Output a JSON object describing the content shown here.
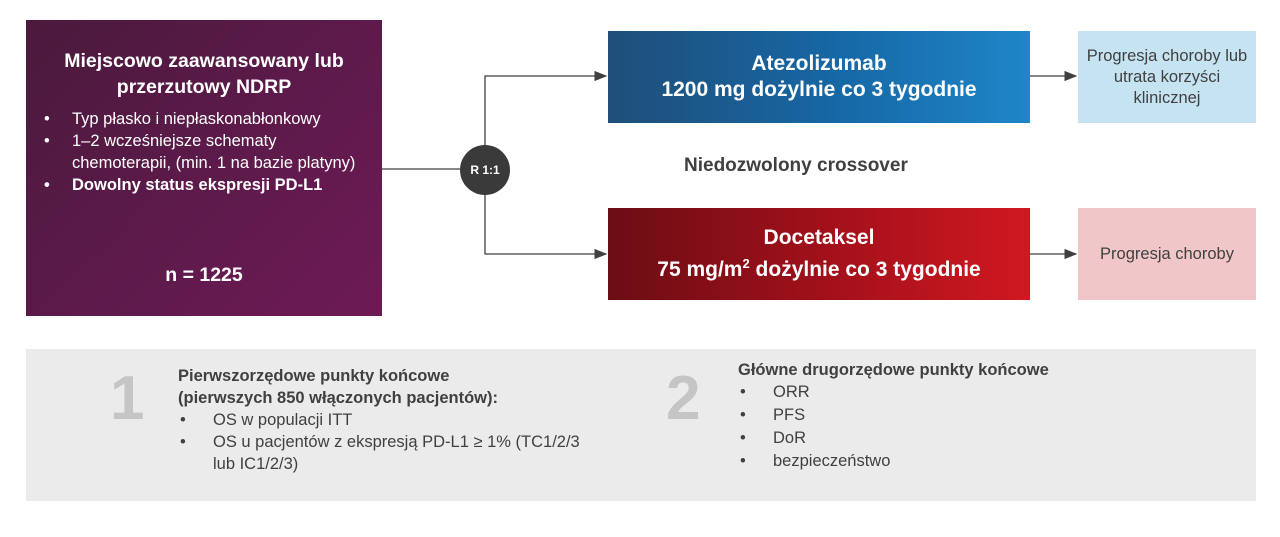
{
  "population": {
    "title": "Miejscowo zaawansowany lub przerzutowy NDRP",
    "bullets": [
      "Typ płasko i niepłaskonabłonkowy",
      "1–2 wcześniejsze schematy chemoterapii, (min. 1 na bazie platyny)",
      "Dowolny status ekspresji PD-L1"
    ],
    "n": "n = 1225"
  },
  "randomization": {
    "label": "R 1:1"
  },
  "arms": {
    "atezolizumab": {
      "name": "Atezolizumab",
      "dose": "1200 mg dożylnie co 3 tygodnie",
      "outcome": "Progresja choroby lub utrata korzyści klinicznej"
    },
    "docetaksel": {
      "name": "Docetaksel",
      "dose_prefix": "75 mg/m",
      "dose_sup": "2",
      "dose_suffix": " dożylnie co 3 tygodnie",
      "outcome": "Progresja choroby"
    }
  },
  "crossover": "Niedozwolony crossover",
  "endpoints": {
    "primary": {
      "number": "1",
      "title_line1": "Pierwszorzędowe punkty końcowe",
      "title_line2": "(pierwszych 850 włączonych pacjentów):",
      "items": [
        "OS w populacji ITT",
        "OS u pacjentów z ekspresją PD-L1 ≥ 1% (TC1/2/3 lub IC1/2/3)"
      ]
    },
    "secondary": {
      "number": "2",
      "title": "Główne drugorzędowe punkty końcowe",
      "items": [
        "ORR",
        "PFS",
        "DoR",
        "bezpieczeństwo"
      ]
    }
  },
  "colors": {
    "population_bg": "#5c1a4a",
    "atezolizumab_bg": "#1668a6",
    "docetaksel_bg": "#a0101a",
    "atezolizumab_outcome_bg": "#c6e3f2",
    "docetaksel_outcome_bg": "#f1c6c9",
    "endpoints_bg": "#ebebeb"
  }
}
